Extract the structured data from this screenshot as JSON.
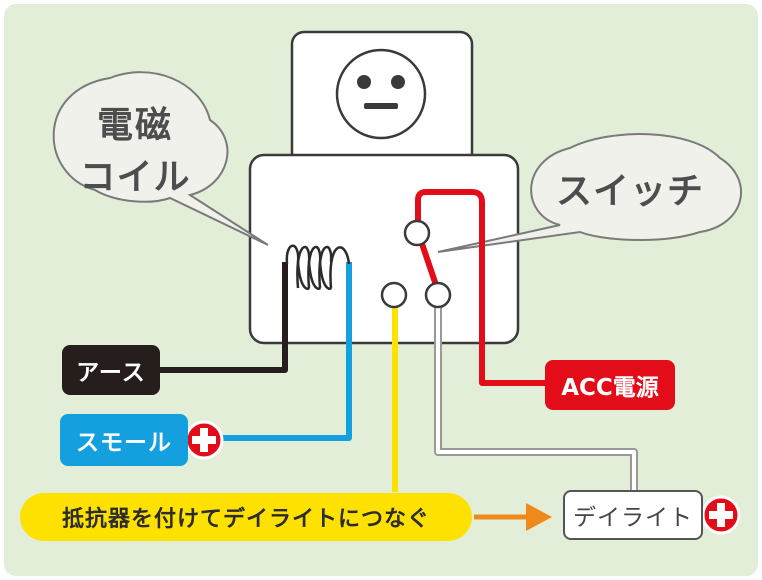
{
  "labels": {
    "coil_line1": "電磁",
    "coil_line2": "コイル",
    "switch": "スイッチ",
    "earth": "アース",
    "small_light": "スモール",
    "acc_power": "ACC電源",
    "daylight": "デイライト",
    "instruction": "抵抗器を付けてデイライトにつなぐ"
  },
  "colors": {
    "background": "#e3eed9",
    "earth_wire": "#251e1c",
    "small_wire": "#14a0de",
    "acc_wire": "#e30d1a",
    "yellow_wire": "#ffe100",
    "daylight_wire": "#ffffff",
    "plus_badge": "#e30d1a",
    "arrow": "#ef8a1a"
  }
}
